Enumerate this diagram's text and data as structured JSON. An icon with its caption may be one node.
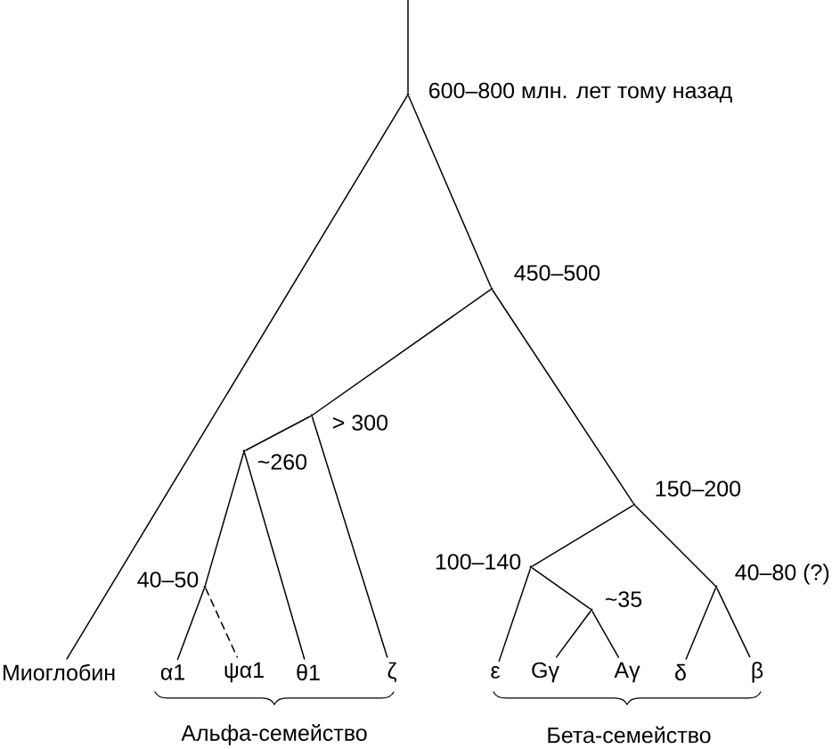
{
  "diagram": {
    "nodes": [
      {
        "text": [],
        "shape": "point",
        "beside": [
          "600–800 млн. лет тому назад"
        ]
      },
      {
        "text": [],
        "shape": "point",
        "beside": [
          "450–500"
        ]
      },
      {
        "text": [],
        "shape": "point",
        "beside": [
          "> 300"
        ]
      },
      {
        "text": [],
        "shape": "point",
        "beside": [
          "~260"
        ]
      },
      {
        "text": [],
        "shape": "point",
        "beside": [
          "150–200"
        ]
      },
      {
        "text": [],
        "shape": "point",
        "beside": [
          "100–140"
        ]
      },
      {
        "text": [],
        "shape": "point",
        "beside": [
          "40–50"
        ]
      },
      {
        "text": [],
        "shape": "point",
        "beside": [
          "40–80 (?)"
        ]
      },
      {
        "text": [],
        "shape": "point",
        "beside": [
          "~35"
        ]
      },
      {
        "text": [
          "Миоглобин"
        ]
      },
      {
        "text": [
          "α1"
        ]
      },
      {
        "text": [
          "ψα1"
        ]
      },
      {
        "text": [
          "θ1"
        ]
      },
      {
        "text": [
          "ζ"
        ]
      },
      {
        "text": [
          "ε"
        ]
      },
      {
        "text": [
          "Gγ"
        ]
      },
      {
        "text": [
          "Aγ"
        ]
      },
      {
        "text": [
          "δ"
        ]
      },
      {
        "text": [
          "β"
        ]
      }
    ],
    "edges": [
      {
        "from": null,
        "to": 0,
        "arrow": "none"
      },
      {
        "from": 0,
        "to": 9,
        "arrow": "none"
      },
      {
        "from": 0,
        "to": 1,
        "arrow": "none"
      },
      {
        "from": 1,
        "to": 2,
        "arrow": "none"
      },
      {
        "from": 1,
        "to": 4,
        "arrow": "none"
      },
      {
        "from": 2,
        "to": 3,
        "arrow": "none"
      },
      {
        "from": 2,
        "to": 13,
        "arrow": "none"
      },
      {
        "from": 3,
        "to": 6,
        "arrow": "none"
      },
      {
        "from": 3,
        "to": 12,
        "arrow": "none"
      },
      {
        "from": 6,
        "to": 10,
        "arrow": "none"
      },
      {
        "from": 6,
        "to": 11,
        "arrow": "none",
        "style": "dashed"
      },
      {
        "from": 4,
        "to": 5,
        "arrow": "none"
      },
      {
        "from": 4,
        "to": 7,
        "arrow": "none"
      },
      {
        "from": 5,
        "to": 14,
        "arrow": "none"
      },
      {
        "from": 5,
        "to": 8,
        "arrow": "none"
      },
      {
        "from": 8,
        "to": 15,
        "arrow": "none"
      },
      {
        "from": 8,
        "to": 16,
        "arrow": "none"
      },
      {
        "from": 7,
        "to": 17,
        "arrow": "none"
      },
      {
        "from": 7,
        "to": 18,
        "arrow": "none"
      }
    ],
    "labels": [
      "Альфа-семейство",
      "Бета-семейство"
    ]
  }
}
